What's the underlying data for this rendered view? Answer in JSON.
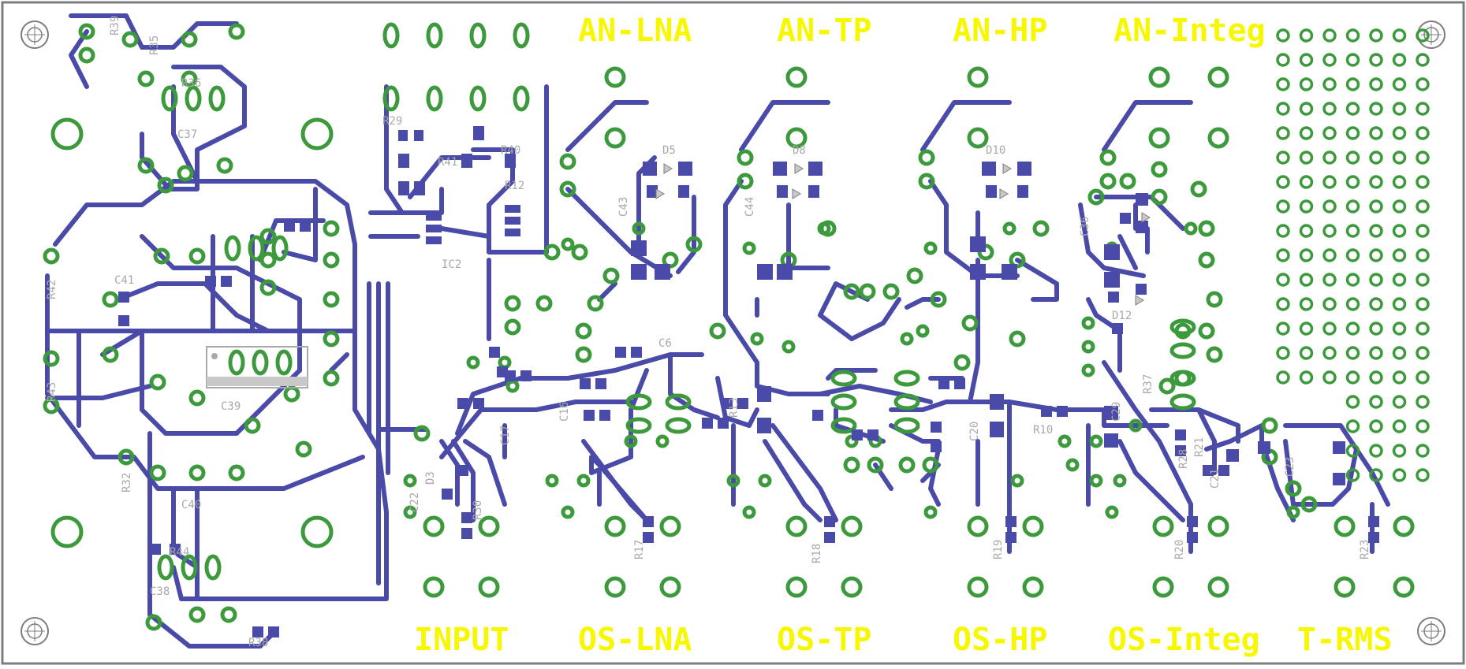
{
  "board": {
    "colors": {
      "background": "#ffffff",
      "outline": "#7d7d7d",
      "trace": "#4a4aa8",
      "pad": "#3c9a3c",
      "silk": "#f7f700",
      "component_label": "#a9a9a9",
      "smd_body": "#c8c8c8"
    },
    "labels_top": [
      "AN-LNA",
      "AN-TP",
      "AN-HP",
      "AN-Integ"
    ],
    "labels_bottom": [
      "INPUT",
      "OS-LNA",
      "OS-TP",
      "OS-HP",
      "OS-Integ",
      "T-RMS"
    ],
    "component_labels": [
      "R39",
      "R35",
      "R36",
      "C37",
      "R29",
      "R40",
      "R12",
      "R41",
      "IC2",
      "C43",
      "D5",
      "D8",
      "D10",
      "D12",
      "C44",
      "R42",
      "R43",
      "C41",
      "R32",
      "C40",
      "C38",
      "R44",
      "C39",
      "R38",
      "C22",
      "R30",
      "D3",
      "C17",
      "C16",
      "C6",
      "R13",
      "R18",
      "R17",
      "R19",
      "R20",
      "R23",
      "R10",
      "C20",
      "C29",
      "R21",
      "C21",
      "C23",
      "R28",
      "C36",
      "R37"
    ],
    "icons": [
      "mounting-hole-icon",
      "resistor-icon",
      "diode-icon",
      "ic-icon",
      "capacitor-icon"
    ]
  }
}
